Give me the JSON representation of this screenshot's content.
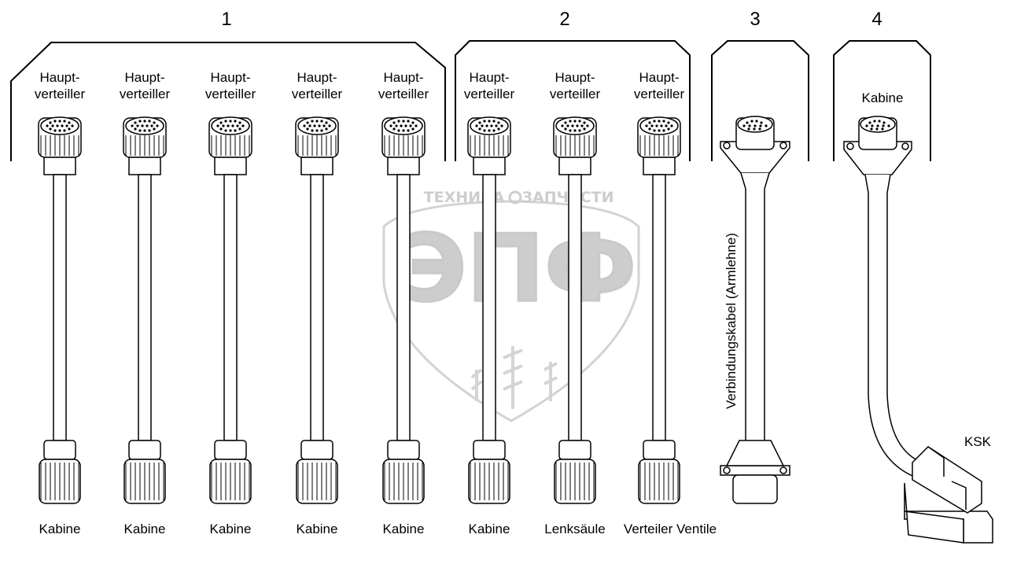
{
  "groups": [
    {
      "number": "1"
    },
    {
      "number": "2"
    },
    {
      "number": "3"
    },
    {
      "number": "4"
    }
  ],
  "cables": [
    {
      "top_line1": "Haupt-",
      "top_line2": "verteiller",
      "bottom": "Kabine"
    },
    {
      "top_line1": "Haupt-",
      "top_line2": "verteiller",
      "bottom": "Kabine"
    },
    {
      "top_line1": "Haupt-",
      "top_line2": "verteiller",
      "bottom": "Kabine"
    },
    {
      "top_line1": "Haupt-",
      "top_line2": "verteiller",
      "bottom": "Kabine"
    },
    {
      "top_line1": "Haupt-",
      "top_line2": "verteiller",
      "bottom": "Kabine"
    },
    {
      "top_line1": "Haupt-",
      "top_line2": "verteiller",
      "bottom": "Kabine"
    },
    {
      "top_line1": "Haupt-",
      "top_line2": "verteiller",
      "bottom": "Lenksäule"
    },
    {
      "top_line1": "Haupt-",
      "top_line2": "verteiller",
      "bottom": "Verteiler Ventile"
    }
  ],
  "cable3": {
    "label": "Verbindungskabel (Armlehne)"
  },
  "cable4": {
    "top": "Kabine",
    "bottom": "KSK"
  },
  "watermark": {
    "line1_left": "ТЕХНИКА",
    "line1_right": "ЗАПЧАСТИ",
    "main": "ЭПФ"
  },
  "colors": {
    "line": "#000000",
    "watermark": "#c8c8c8",
    "background": "#ffffff"
  }
}
